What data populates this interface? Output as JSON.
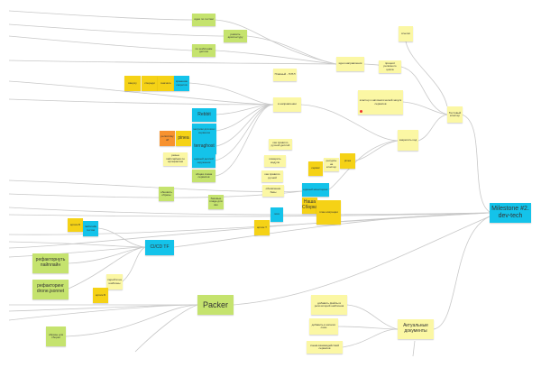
{
  "board": {
    "root": "Milestone #2. dev-tech",
    "nodes": {
      "g1": "идеи по тестам",
      "g2": "развить архитектуру",
      "g3": "по шаблонам деплоя",
      "y_top": "вверху",
      "y_front": "спереди",
      "y_start": "вначале",
      "b_small1": "хранение секретов",
      "rebbit": "Rebbit",
      "b_mon": "метрики для всех сервисов",
      "dayoff": "period day off",
      "pinea1": "pinea",
      "terraghost": "terraghost",
      "b_env": "единый деплой окружения",
      "l_note1": "ревью пайплайнов по артефактам",
      "g_docs": "общая схема сервисов",
      "c1": "как правило ручной деплой",
      "c2": "измерить модули",
      "c3": "как правило ручной",
      "c4": "обновление базы",
      "service": "сервис",
      "c_mid": "ресурсы на кластер",
      "pinea2": "pinea",
      "b_central": "единый мониторинг",
      "nasha": "Наша Сборка",
      "y_big": "план миграции",
      "g_a": "обновить образы",
      "g_b": "базовые image для dev",
      "b_mini": "логи",
      "artem_t": "артем Т",
      "ideas": "идеи направления",
      "l_r1": "процесс релизного цикла",
      "plavny": "Плавный - ГИТЛ",
      "v_napr": "в направлении",
      "cluster_note": "кластер и автоматический запуск сервисов",
      "zakrep": "закрепить код",
      "l_top": "ссылки",
      "test_cluster": "Тестовый кластер",
      "artem_b1": "артем Б",
      "b_left": "пайплайн тестов",
      "cicd": "CI/CD TF",
      "refactor1": "рефакторнуть пайплайн",
      "refactor2": "рефакторинг drone.jsonnet",
      "l_left": "перейти на шаблоны",
      "artem_b2": "артем Б",
      "packer": "Packer",
      "g_bottom": "образы для сборки",
      "d1": "добавить файлы в репозиторий шаблонов",
      "d2": "добавить в каталог схем",
      "d3": "схема взаимодействий сервисов",
      "docs": "Актуальные документы"
    }
  },
  "colors": {
    "green": "#c5e36e",
    "yellow": "#f5d216",
    "light": "#fbf7a4",
    "blue": "#14c3ea",
    "orange": "#f7922f",
    "line": "#c8c8c8"
  }
}
